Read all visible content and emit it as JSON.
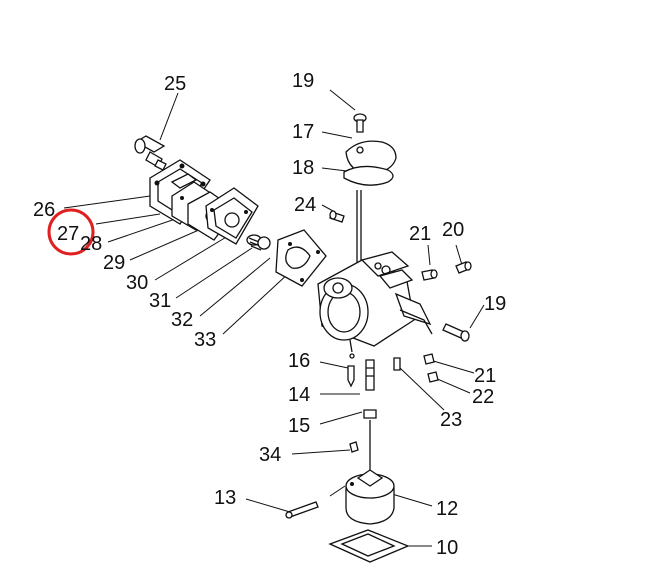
{
  "diagram": {
    "highlight_color": "#e02020",
    "highlighted_label": "27",
    "labels": {
      "p25": "25",
      "p19a": "19",
      "p17": "17",
      "p18": "18",
      "p24": "24",
      "p26": "26",
      "p27": "27",
      "p28": "28",
      "p29": "29",
      "p30": "30",
      "p31": "31",
      "p32": "32",
      "p33": "33",
      "p21a": "21",
      "p20": "20",
      "p19b": "19",
      "p16": "16",
      "p14": "14",
      "p15": "15",
      "p21b": "21",
      "p22": "22",
      "p23": "23",
      "p34": "34",
      "p13": "13",
      "p12": "12",
      "p10": "10"
    }
  }
}
